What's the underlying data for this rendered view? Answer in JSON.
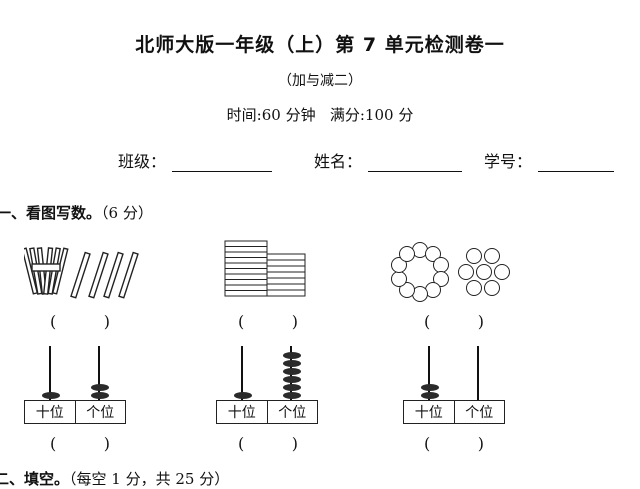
{
  "header": {
    "title": "北师大版一年级（上）第 7 单元检测卷一",
    "subtitle": "（加与减二）",
    "time_info": "时间:60 分钟   满分:100 分"
  },
  "fields": [
    {
      "label": "班级："
    },
    {
      "label": "姓名："
    },
    {
      "label": "学号："
    }
  ],
  "section1": {
    "heading": "一、看图写数。",
    "score": "（6 分）",
    "answer_paren": [
      "(",
      ")"
    ],
    "place_labels": {
      "tens": "十位",
      "ones": "个位"
    },
    "abacus": [
      {
        "tens": 1,
        "ones": 2
      },
      {
        "tens": 1,
        "ones": 6
      },
      {
        "tens": 2,
        "ones": 0
      }
    ],
    "pictures": [
      {
        "type": "sticks",
        "bundle_of_ten": 1,
        "loose": 4
      },
      {
        "type": "strips",
        "block_of_ten": 1,
        "loose": 7
      },
      {
        "type": "circles",
        "ring_of_ten": 1,
        "loose": 7
      }
    ]
  },
  "section2": {
    "heading": "二、填空。",
    "note": "（每空 1 分，共 25 分）"
  }
}
